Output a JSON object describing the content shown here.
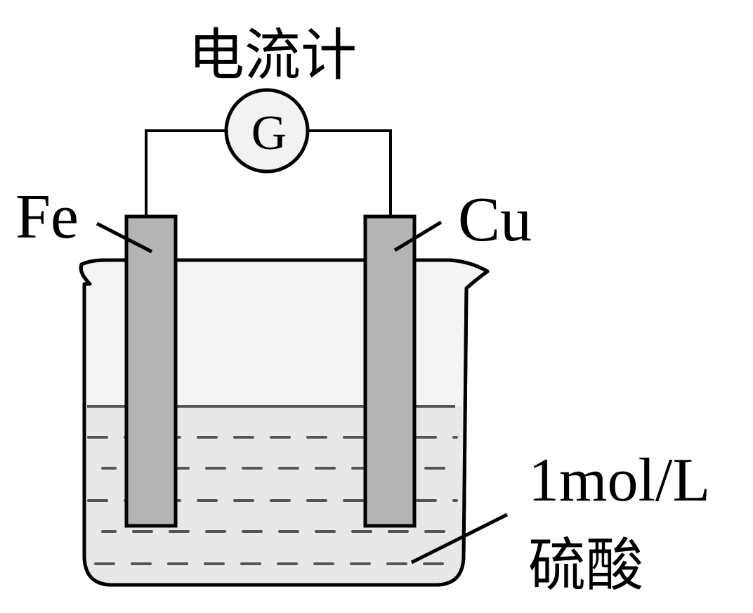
{
  "labels": {
    "meter_title": "电流计",
    "meter_symbol": "G",
    "left_electrode": "Fe",
    "right_electrode": "Cu",
    "solution_concentration": "1mol/L",
    "solution_name": "硫酸"
  },
  "colors": {
    "stroke": "#000000",
    "beaker_fill": "#f4f4f4",
    "solution_fill": "#e8e8e8",
    "electrode_fill": "#b4b4b4",
    "dash": "#555555",
    "meter_fill": "#f2f2f2"
  }
}
